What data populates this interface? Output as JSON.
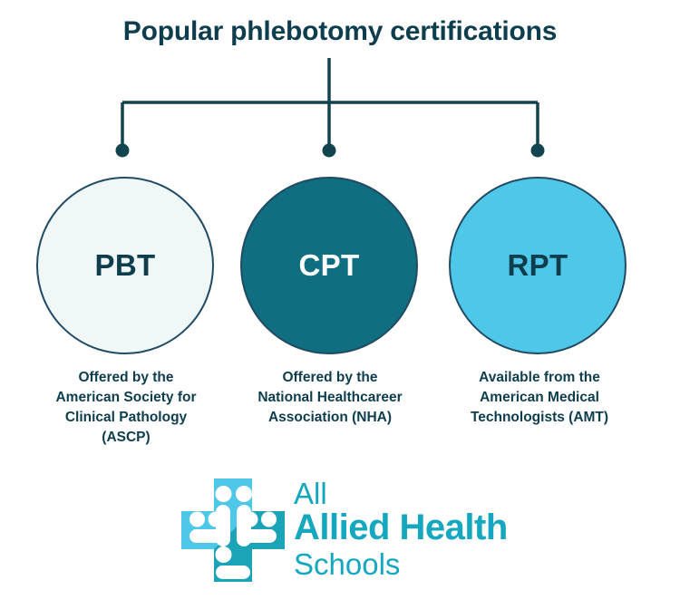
{
  "title": "Popular phlebotomy certifications",
  "colors": {
    "dark_teal_text": "#0e3d4d",
    "circle_border": "#214a63",
    "pbt_fill": "#eff7f7",
    "cpt_fill": "#0f6e7f",
    "rpt_fill": "#4fc7e8",
    "connector": "#12444f",
    "logo_teal": "#15a7bf",
    "logo_cross_light": "#4fc7e8",
    "logo_cross_dark": "#1ba3b8",
    "background": "#ffffff"
  },
  "certifications": [
    {
      "abbr": "PBT",
      "caption": "Offered by the\nAmerican Society for\nClinical Pathology\n(ASCP)",
      "style": "pbt"
    },
    {
      "abbr": "CPT",
      "caption": "Offered by the\nNational Healthcareer\nAssociation (NHA)",
      "style": "cpt"
    },
    {
      "abbr": "RPT",
      "caption": "Available from the\nAmerican Medical\nTechnologists (AMT)",
      "style": "rpt"
    }
  ],
  "logo": {
    "line1": "All",
    "line2": "Allied Health",
    "line3": "Schools"
  }
}
